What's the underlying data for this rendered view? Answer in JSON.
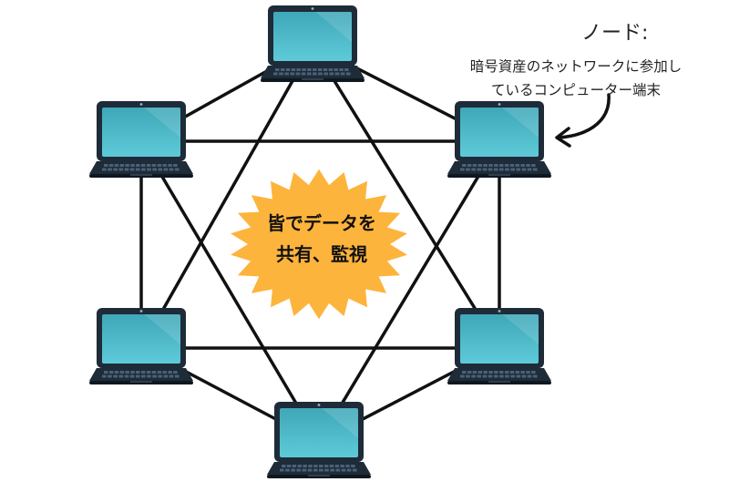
{
  "annotation": {
    "title": "ノード:",
    "line1": "暗号資産のネットワークに参加し",
    "line2": "ているコンピューター端末"
  },
  "burst": {
    "line1": "皆でデータを",
    "line2": "共有、監視",
    "color": "#FDB43C"
  },
  "colors": {
    "edge": "#111111",
    "screen_top": "#3FA7B8",
    "screen_bottom": "#5ECAD8",
    "laptop_body": "#1E2B38",
    "keyboard": "#2C3E50",
    "arrow": "#111111"
  },
  "nodes": [
    {
      "id": "top",
      "icon": "laptop-icon"
    },
    {
      "id": "upper-left",
      "icon": "laptop-icon"
    },
    {
      "id": "upper-right",
      "icon": "laptop-icon"
    },
    {
      "id": "lower-left",
      "icon": "laptop-icon"
    },
    {
      "id": "lower-right",
      "icon": "laptop-icon"
    },
    {
      "id": "bottom",
      "icon": "laptop-icon"
    }
  ],
  "edges": [
    [
      "top",
      "upper-left"
    ],
    [
      "top",
      "upper-right"
    ],
    [
      "top",
      "lower-left"
    ],
    [
      "top",
      "lower-right"
    ],
    [
      "upper-left",
      "upper-right"
    ],
    [
      "upper-left",
      "lower-left"
    ],
    [
      "upper-left",
      "bottom"
    ],
    [
      "upper-right",
      "lower-right"
    ],
    [
      "upper-right",
      "bottom"
    ],
    [
      "lower-left",
      "lower-right"
    ],
    [
      "lower-left",
      "bottom"
    ],
    [
      "lower-right",
      "bottom"
    ]
  ]
}
